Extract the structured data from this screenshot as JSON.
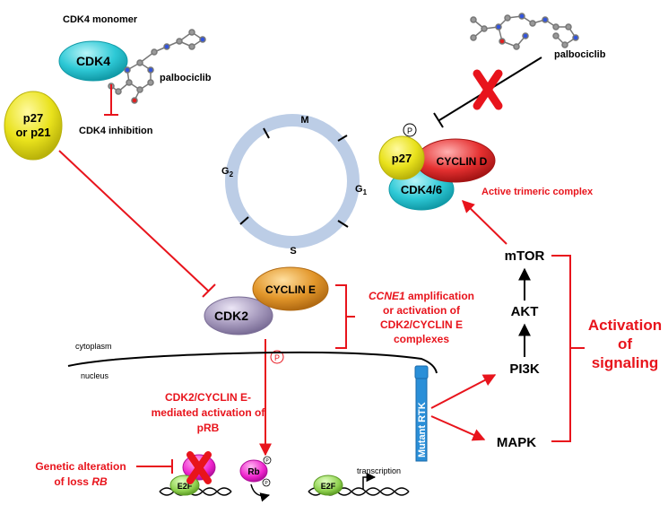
{
  "cdk4_monomer": {
    "title": "CDK4 monomer",
    "cdk4": "CDK4",
    "drug": "palbociclib",
    "inhibition": "CDK4 inhibition"
  },
  "p27_or_p21": {
    "line1": "p27",
    "line2": "or p21"
  },
  "cell_cycle": {
    "m": "M",
    "g2": "G",
    "g2_sub": "2",
    "g1": "G",
    "g1_sub": "1",
    "s": "S"
  },
  "trimeric": {
    "p": "P",
    "p27": "p27",
    "cyclin_d": "CYCLIN D",
    "cdk46": "CDK4/6",
    "label": "Active trimeric complex",
    "drug": "palbociclib"
  },
  "cdk2_complex": {
    "cyclin_e": "CYCLIN E",
    "cdk2": "CDK2",
    "p": "P"
  },
  "ccne1": {
    "l1_italic": "CCNE1",
    "l1_rest": " amplification",
    "l2": "or activation of",
    "l3": "CDK2/CYCLIN E",
    "l4": "complexes"
  },
  "signaling": {
    "mtor": "mTOR",
    "akt": "AKT",
    "pi3k": "PI3K",
    "mapk": "MAPK",
    "activation_l1": "Activation",
    "activation_l2": "of",
    "activation_l3": "signaling",
    "receptor": "Mutant RTK"
  },
  "membrane": {
    "cytoplasm": "cytoplasm",
    "nucleus": "nucleus"
  },
  "prb": {
    "l1": "CDK2/CYCLIN E-",
    "l2": "mediated activation of",
    "l3": "pRB"
  },
  "loss_rb": {
    "l1": "Genetic alteration",
    "l2_prefix": "of loss ",
    "l2_italic": "RB"
  },
  "dna": {
    "e2f_left": "E2F",
    "rb": "Rb",
    "rb_p": "P",
    "e2f_right": "E2F",
    "transcription": "transcription"
  },
  "colors": {
    "red": "#e8141c",
    "cyan": "#2ec9d6",
    "yellow": "#e9e21c",
    "orange": "#e2962a",
    "lavender": "#a79bbe",
    "ring": "#bccde6",
    "magenta": "#ee22cc",
    "green": "#8fd14f",
    "rtk_blue": "#2a8fd8"
  }
}
